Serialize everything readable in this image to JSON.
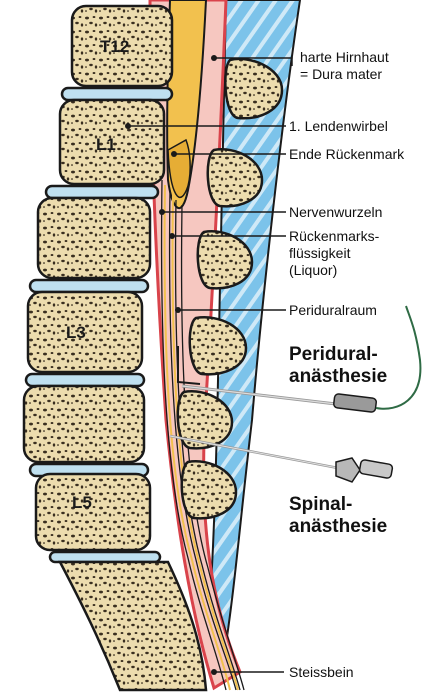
{
  "labels": {
    "dura": [
      "harte Hirnhaut",
      "= Dura mater"
    ],
    "lendenwirbel": "1. Lendenwirbel",
    "ende": "Ende Rückenmark",
    "nerven": "Nervenwurzeln",
    "liquor": [
      "Rückenmarks-",
      "flüssigkeit",
      "(Liquor)"
    ],
    "periduralraum": "Periduralraum",
    "peridural_anaesthesie": [
      "Peridural-",
      "anästhesie"
    ],
    "spinal_anaesthesie": [
      "Spinal-",
      "anästhesie"
    ],
    "steissbein": "Steissbein"
  },
  "vertebrae": [
    "T12",
    "L1",
    "L3",
    "L5"
  ],
  "colors": {
    "bone": "#ecdcae",
    "disc": "#bfe0f0",
    "csf_blue": "#7cc3ea",
    "cord_yellow": "#f2c14e",
    "dura_red": "#d9434b",
    "outline": "#1a1a1a",
    "needle": "#b8b8b8",
    "catheter": "#2f6b45"
  }
}
